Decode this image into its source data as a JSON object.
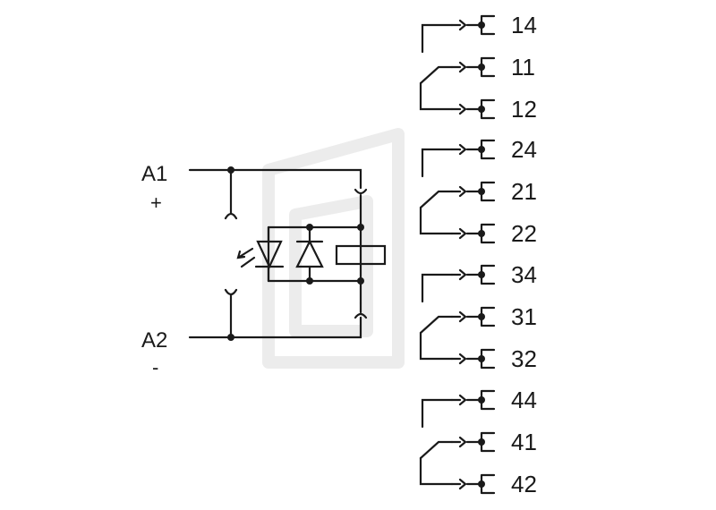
{
  "coil": {
    "a1": {
      "label": "A1",
      "polarity": "+"
    },
    "a2": {
      "label": "A2",
      "polarity": "-"
    }
  },
  "contacts": [
    {
      "no": "14",
      "com": "11",
      "nc": "12"
    },
    {
      "no": "24",
      "com": "21",
      "nc": "22"
    },
    {
      "no": "34",
      "com": "31",
      "nc": "32"
    },
    {
      "no": "44",
      "com": "41",
      "nc": "42"
    }
  ],
  "colors": {
    "ink": "#1a1a1a",
    "watermark": "#ececec"
  }
}
